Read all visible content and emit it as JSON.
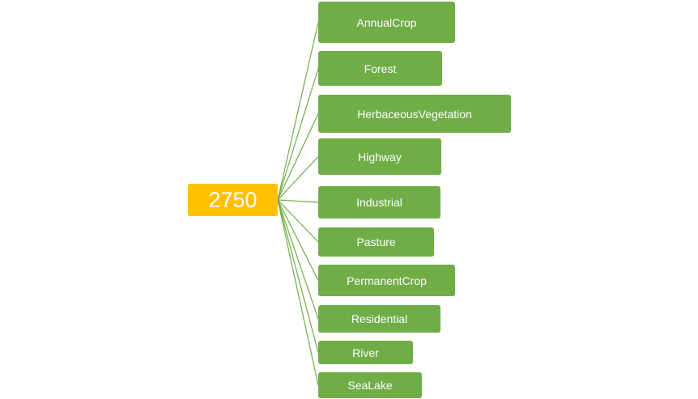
{
  "root": {
    "label": "2750"
  },
  "categories": [
    "AnnualCrop",
    "Forest",
    "HerbaceousVegetation",
    "Highway",
    "Industrial",
    "Pasture",
    "PermanentCrop",
    "Residential",
    "River",
    "SeaLake"
  ],
  "colors": {
    "root": "#ffc000",
    "leaf": "#70ad47",
    "connector": "#70ad47",
    "text": "#ffffff"
  }
}
